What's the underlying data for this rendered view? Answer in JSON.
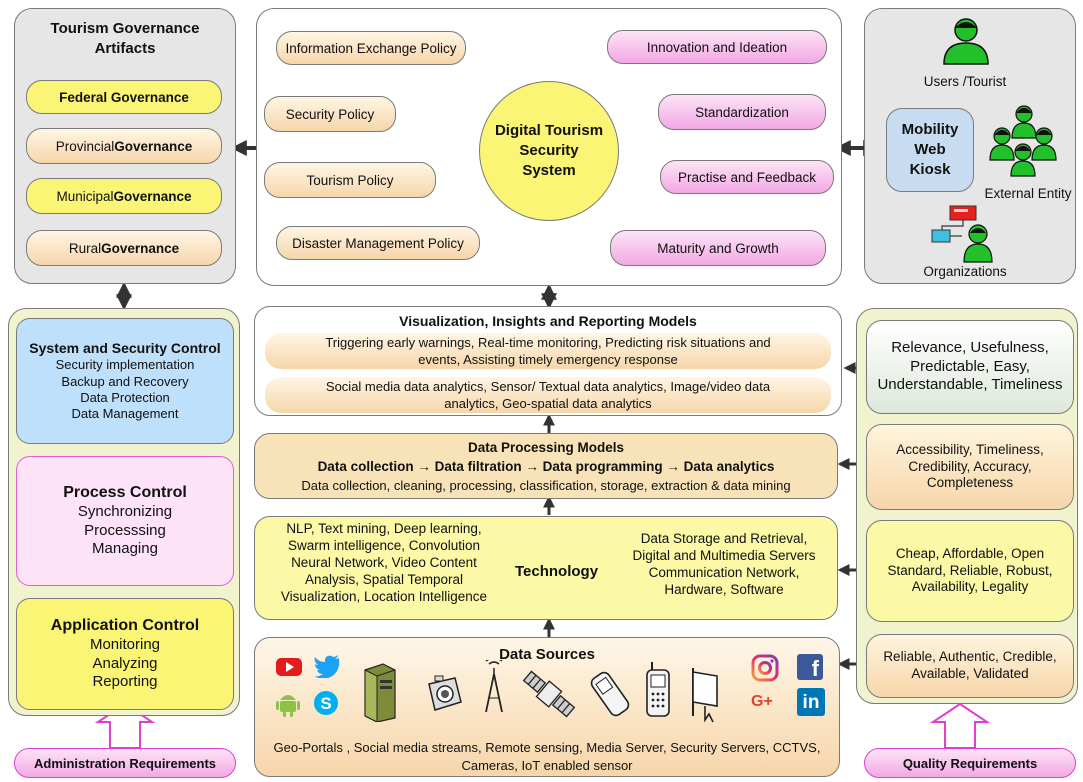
{
  "governance": {
    "title_line1": "Tourism Governance",
    "title_line2": "Artifacts",
    "items": [
      {
        "label_a": "Federal Governance",
        "label_b": ""
      },
      {
        "label_a": "Provincial ",
        "label_b": "Governance"
      },
      {
        "label_a": "Municipal ",
        "label_b": "Governance"
      },
      {
        "label_a": "Rural ",
        "label_b": "Governance"
      }
    ]
  },
  "policies": {
    "left": [
      "Information Exchange Policy",
      "Security Policy",
      "Tourism Policy",
      "Disaster Management Policy"
    ],
    "right": [
      "Innovation and Ideation",
      "Standardization",
      "Practise and Feedback",
      "Maturity and Growth"
    ],
    "center_lines": [
      "Digital Tourism",
      "Security",
      "System"
    ]
  },
  "entities": {
    "users": "Users /Tourist",
    "kiosk_lines": [
      "Mobility",
      "Web",
      "Kiosk"
    ],
    "external": "External Entity",
    "organizations": "Organizations"
  },
  "controls": {
    "system": {
      "title": "System and Security Control",
      "items": [
        "Security implementation",
        "Backup and Recovery",
        "Data Protection",
        "Data Management"
      ]
    },
    "process": {
      "title": "Process Control",
      "items": [
        "Synchronizing",
        "Processsing",
        "Managing"
      ]
    },
    "application": {
      "title": "Application Control",
      "items": [
        "Monitoring",
        "Analyzing",
        "Reporting"
      ]
    }
  },
  "visualization": {
    "title": "Visualization, Insights and Reporting Models",
    "band1": [
      "Triggering early warnings, Real-time monitoring, Predicting risk situations and",
      "events, Assisting timely emergency response"
    ],
    "band2": [
      "Social media data analytics, Sensor/ Textual data analytics, Image/video data",
      "analytics, Geo-spatial data analytics"
    ]
  },
  "processing": {
    "title": "Data Processing Models",
    "pipeline": "Data collection →  Data filtration →  Data programming → Data analytics",
    "detail": "Data collection, cleaning, processing, classification, storage, extraction & data mining"
  },
  "technology": {
    "left_lines": [
      "NLP, Text mining, Deep learning,",
      "Swarm intelligence, Convolution",
      "Neural Network, Video Content",
      "Analysis, Spatial Temporal",
      "Visualization, Location Intelligence"
    ],
    "center": "Technology",
    "right_lines": [
      "Data Storage and Retrieval,",
      "Digital and Multimedia Servers",
      "Communication Network,",
      "Hardware, Software"
    ]
  },
  "sources": {
    "title": "Data Sources",
    "bottom_lines": [
      "Geo-Portals , Social media streams, Remote sensing, Media Server, Security Servers, CCTVS,",
      "Cameras, IoT enabled sensor"
    ],
    "social_left": [
      "youtube-icon",
      "twitter-icon",
      "android-icon",
      "skype-icon"
    ],
    "social_right": [
      "instagram-icon",
      "facebook-icon",
      "google-plus-icon",
      "linkedin-icon"
    ],
    "devices": [
      "server-icon",
      "camera-icon",
      "antenna-icon",
      "satellite-icon",
      "mobile-phone-icon",
      "handset-icon",
      "projector-screen-icon"
    ],
    "social_glyphs": {
      "google": "G+",
      "facebook": "f",
      "linkedin": "in"
    }
  },
  "quality": {
    "boxes": [
      [
        "Relevance, Usefulness,",
        "Predictable, Easy,",
        "Understandable, Timeliness"
      ],
      [
        "Accessibility, Timeliness,",
        "Credibility, Accuracy,",
        "Completeness"
      ],
      [
        "Cheap, Affordable, Open",
        "Standard, Reliable, Robust,",
        "Availability, Legality"
      ],
      [
        "Reliable, Authentic, Credible,",
        "Available, Validated"
      ]
    ]
  },
  "requirements": {
    "admin": "Administration Requirements",
    "quality": "Quality Requirements"
  },
  "colors": {
    "cream": "#f6d6aa",
    "yellow": "#fbf575",
    "pink": "#f2a8e4",
    "blue": "#bfe0fb",
    "green_panel": "#f1f3cf",
    "grey_panel": "#e6e6e6",
    "circle": "#fbf575",
    "person_green": "#22c02a"
  }
}
